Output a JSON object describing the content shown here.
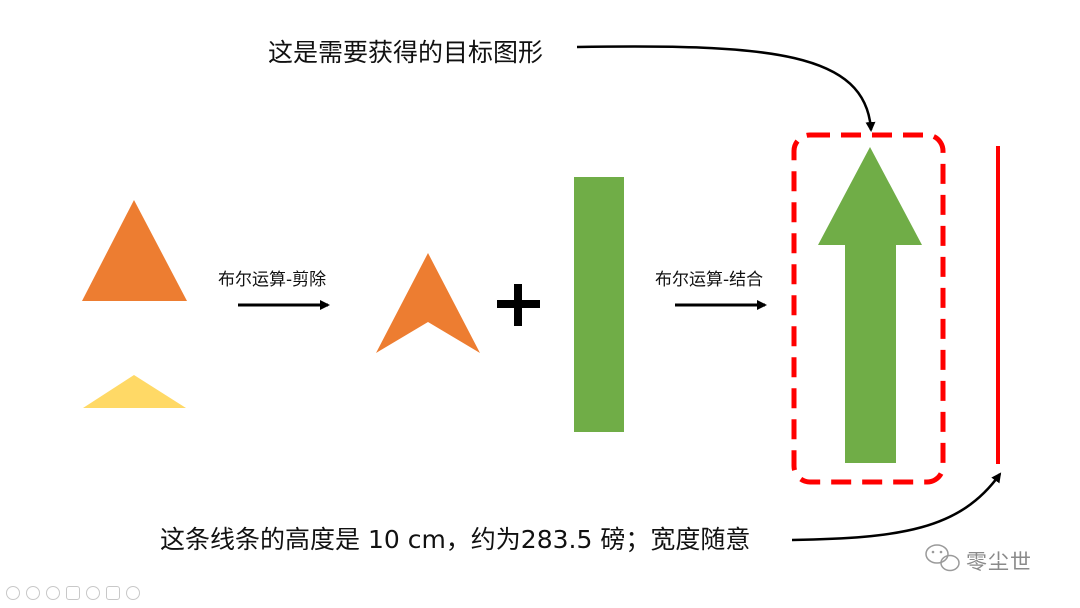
{
  "labels": {
    "target_shape": "这是需要获得的目标图形",
    "boolean_cut": "布尔运算-剪除",
    "boolean_union": "布尔运算-结合",
    "plus_sign": "+",
    "line_note": "这条线条的高度是 10 cm，约为283.5 磅；宽度随意"
  },
  "watermark": {
    "text": "零尘世",
    "icon": "wechat-icon"
  },
  "colors": {
    "orange": "#ED7D31",
    "yellow": "#FFD966",
    "green": "#70AD47",
    "red": "#FF0000",
    "arrow": "#000000"
  },
  "toolbar": {
    "icons": [
      "prev-icon",
      "next-icon",
      "pen-icon",
      "copy-icon",
      "zoom-icon",
      "screen-icon",
      "more-icon"
    ]
  }
}
